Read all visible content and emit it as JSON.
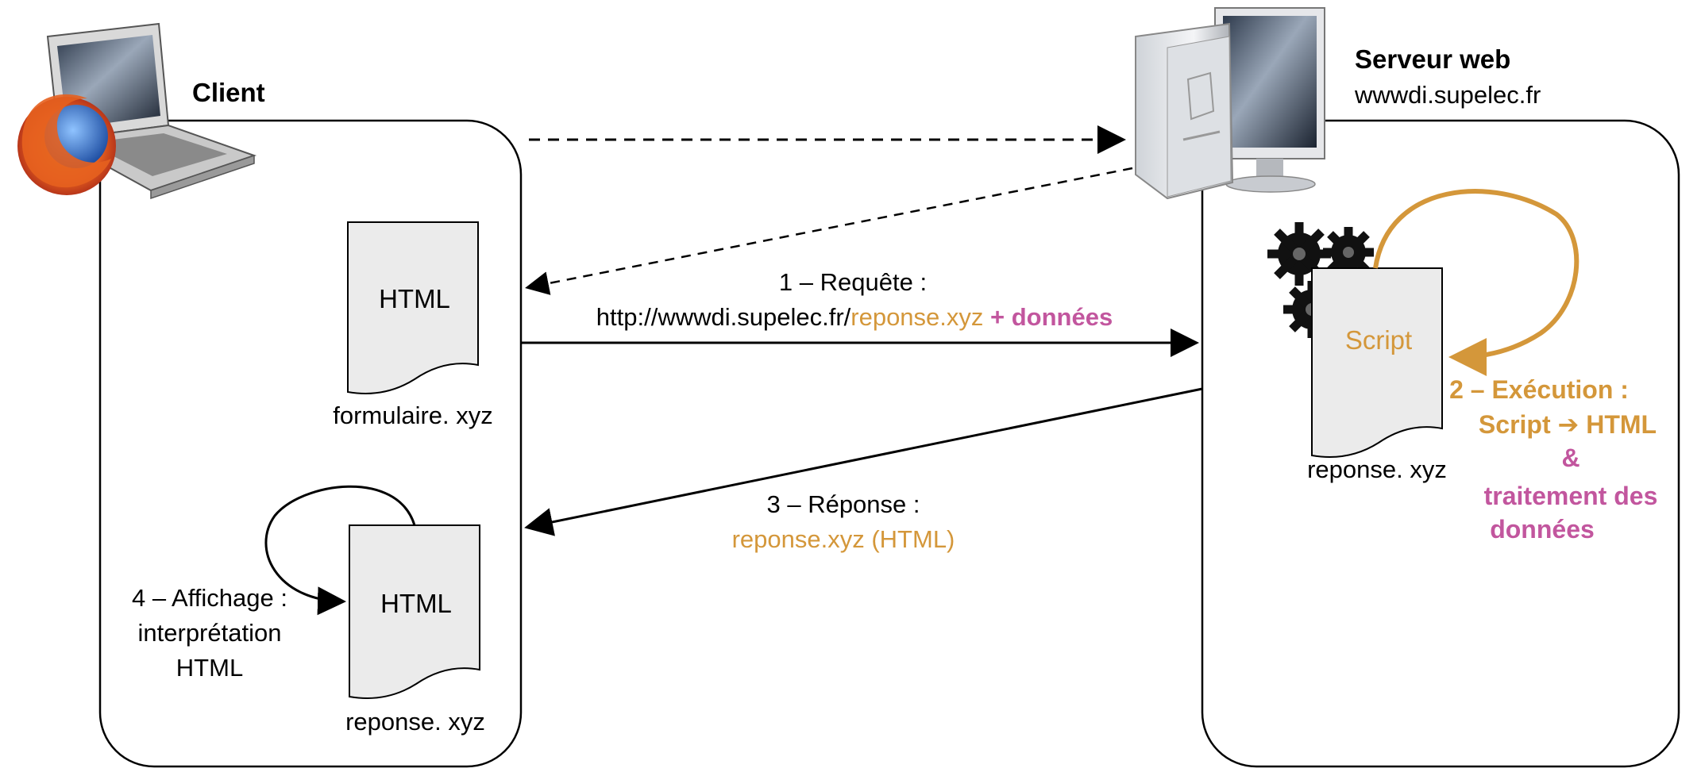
{
  "colors": {
    "orange": "#D4973A",
    "pink": "#C2569E",
    "doc_fill": "#EBEBEB",
    "line": "#000000"
  },
  "client": {
    "title": "Client",
    "form_doc": {
      "label": "HTML",
      "caption": "formulaire. xyz"
    },
    "response_doc": {
      "label": "HTML",
      "caption": "reponse. xyz"
    },
    "step4": {
      "line1": "4 – Affichage :",
      "line2": "interprétation",
      "line3": "HTML"
    }
  },
  "server": {
    "title": "Serveur web",
    "host": "wwwdi.supelec.fr",
    "script_doc": {
      "label": "Script",
      "caption": "reponse. xyz"
    },
    "step2": {
      "line1": "2 – Exécution :",
      "line2": "Script ➔ HTML",
      "amp": "&",
      "line3": "traitement des",
      "line4": "données"
    }
  },
  "request": {
    "title": "1 – Requête :",
    "url_prefix": "http://wwwdi.supelec.fr/",
    "url_file": "reponse.xyz",
    "url_extra": " + données"
  },
  "response": {
    "title": "3 – Réponse :",
    "detail": "reponse.xyz (HTML)"
  },
  "icons": [
    "laptop-icon",
    "firefox-icon",
    "server-computer-icon",
    "gears-icon"
  ]
}
